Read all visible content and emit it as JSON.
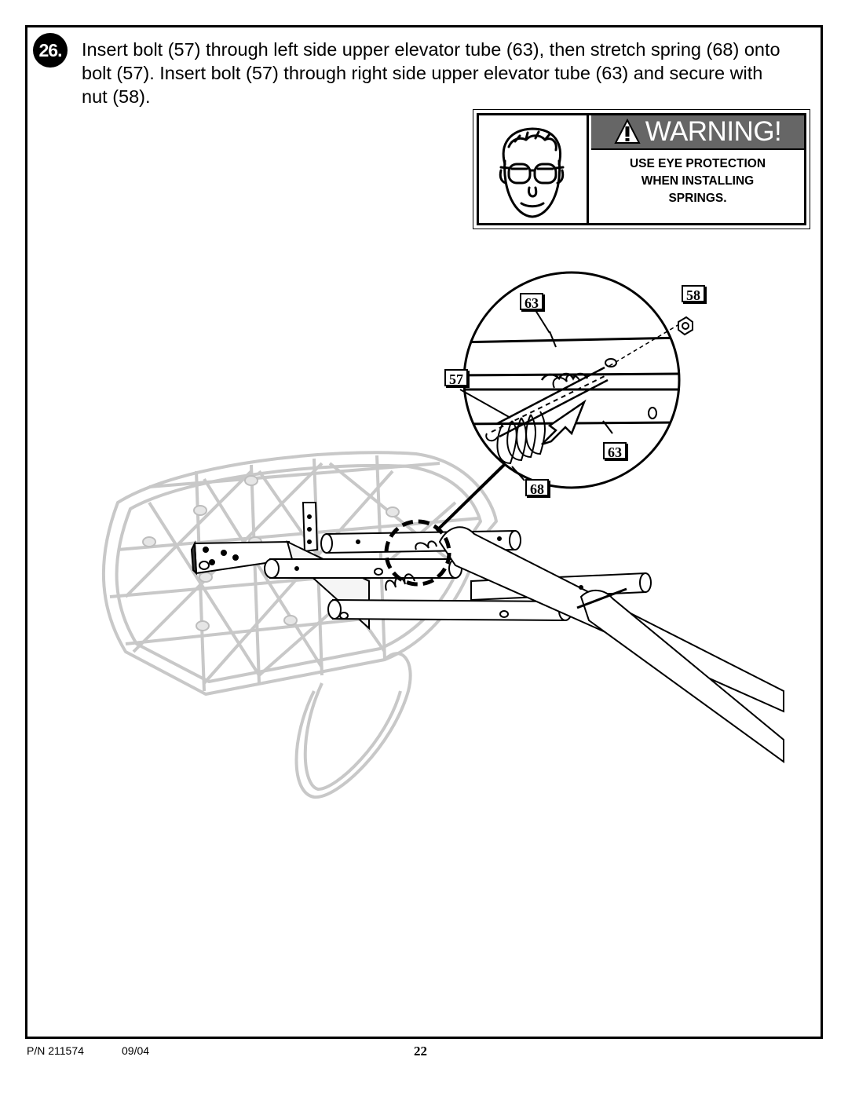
{
  "step": {
    "number": "26.",
    "text": "Insert bolt (57) through left side upper elevator tube (63), then stretch spring (68) onto bolt (57).  Insert bolt (57) through right side upper elevator tube (63) and secure with nut (58)."
  },
  "warning": {
    "title": "WARNING!",
    "lines": [
      "USE EYE PROTECTION",
      "WHEN INSTALLING",
      "SPRINGS."
    ]
  },
  "callouts": {
    "tube_upper": "63",
    "nut": "58",
    "bolt": "57",
    "tube_lower": "63",
    "spring": "68"
  },
  "footer": {
    "part_number": "P/N 211574",
    "date": "09/04",
    "page": "22"
  }
}
